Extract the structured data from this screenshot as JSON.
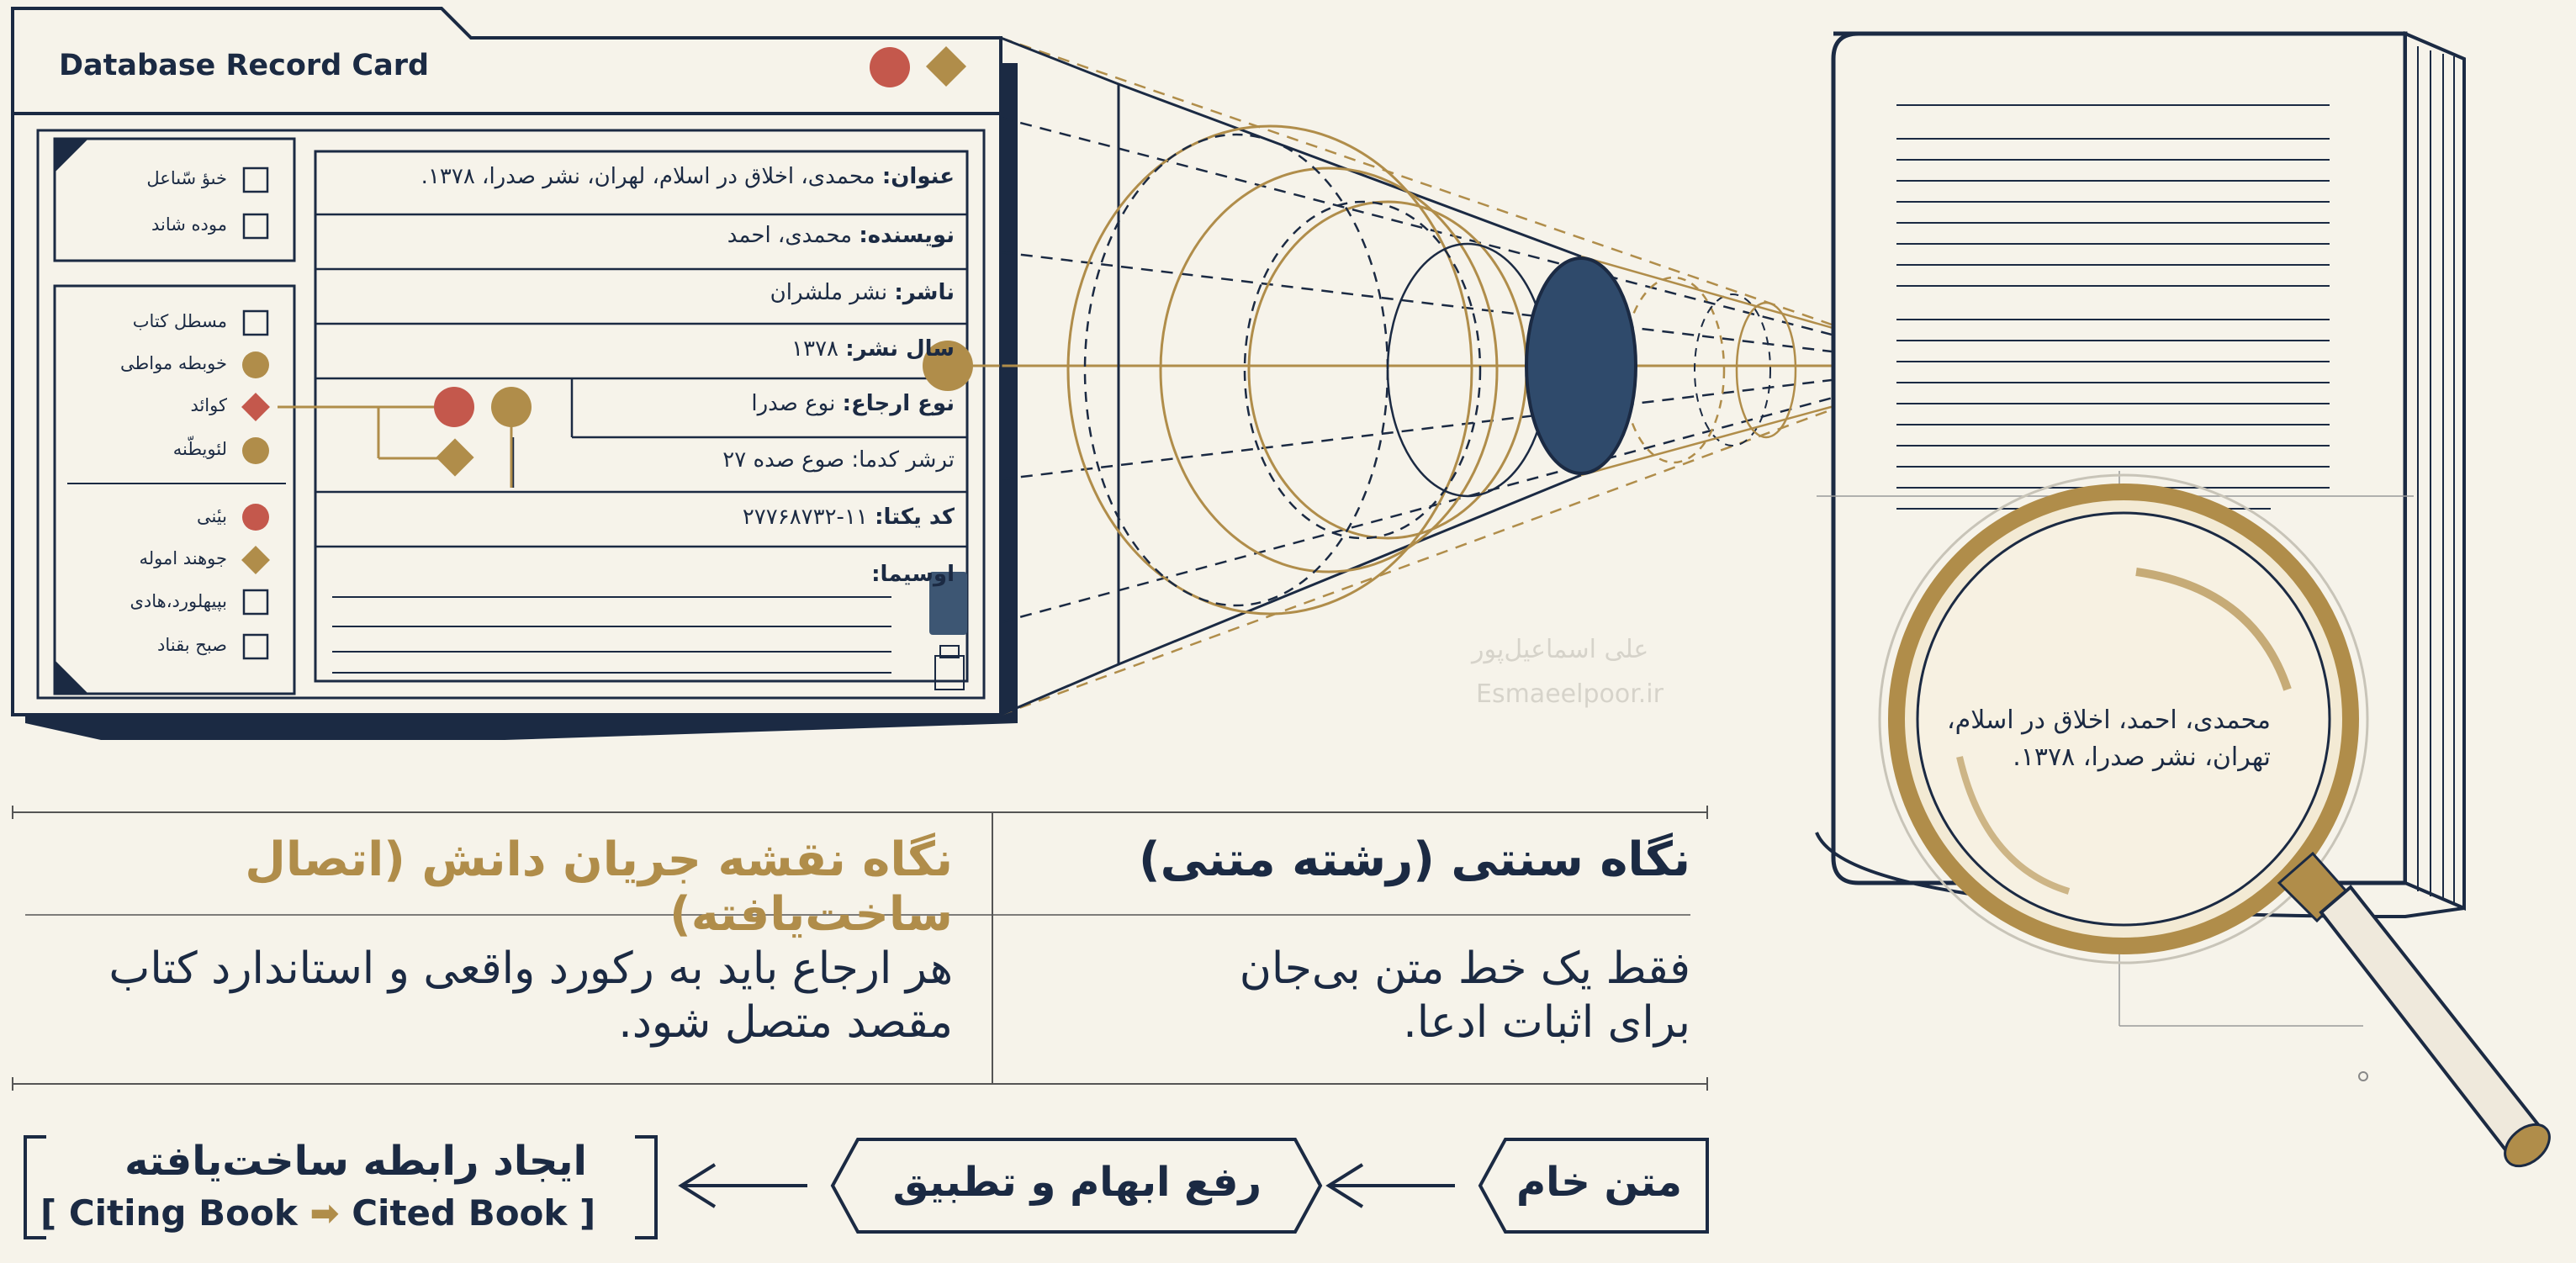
{
  "card": {
    "title": "Database Record Card",
    "fields": {
      "title_label": "عنوان:",
      "title_value": "محمدی، اخلاق در اسلام، لهران، نشر صدرا، ۱۳۷۸.",
      "author_label": "نویسنده:",
      "author_value": "محمدی، احمد",
      "publisher_label": "ناشر:",
      "publisher_value": "نشر ملشران",
      "year_label": "سال نشر:",
      "year_value": "۱۳۷۸",
      "reftype_label": "نوع ارجاع:",
      "reftype_value": "نوع صدرا",
      "keywords": "ترشر کدما: صوع صده ۲۷",
      "id_label": "کد یکتا:",
      "id_value": "۱۱-۲۷۷۶۸۷۳۲",
      "notes_label": "اوسیما:"
    },
    "sidebar_top": [
      "خىؤ سّىاعل",
      "موده شاند"
    ],
    "sidebar_mid": [
      "مسطل کتاب",
      "خوبطه مواطی",
      "کوائد",
      "لئویطّنه"
    ],
    "sidebar_bottom": [
      "بیٔنی",
      "جوهند اموله",
      "بپیهلورد،هادی",
      "صبح بقناد"
    ]
  },
  "lens": {
    "text": "محمدی، احمد، اخلاق در اسلام، تهران، نشر صدرا، ۱۳۷۸."
  },
  "watermark": {
    "line1": "علی اسماعیل‌پور",
    "line2": "Esmaeelpoor.ir"
  },
  "comparison": {
    "right_heading": "نگاه سنتی (رشته متنی)",
    "left_heading": "نگاه نقشه جریان دانش (اتصال ساخت‌یافته)",
    "right_desc": "فقط یک خط متن بی‌جان برای اثبات ادعا.",
    "left_desc": "هر ارجاع باید به رکورد واقعی و استاندارد کتاب مقصد متصل شود."
  },
  "flow": {
    "step1": "متن خام",
    "step2": "رفع ابهام و تطبیق",
    "step3": "ایجاد رابطه ساخت‌یافته",
    "step3_sub_open": "[",
    "step3_citing": "Citing Book",
    "step3_arrow": "➡",
    "step3_cited": "Cited Book",
    "step3_sub_close": "]"
  },
  "colors": {
    "navy": "#1b2a43",
    "gold": "#b08d4a",
    "red": "#c4584c",
    "paper": "#f6f3ea"
  }
}
